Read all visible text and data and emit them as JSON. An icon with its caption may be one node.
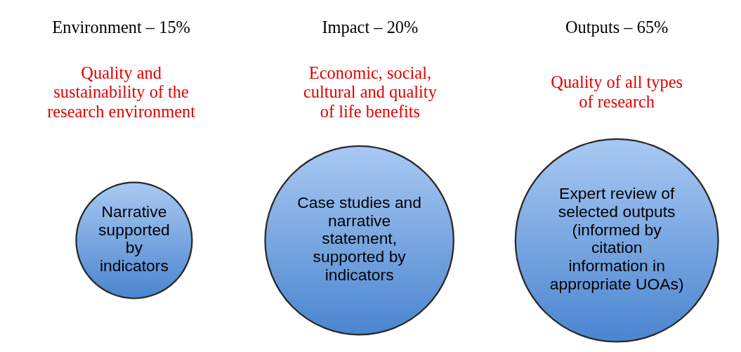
{
  "diagram": {
    "nodes": [
      {
        "text": [
          "Narrative supported by indicators"
        ]
      },
      {
        "text": [
          "Case studies and narrative statement, supported by indicators"
        ]
      },
      {
        "text": [
          "Expert review of selected outputs (informed by citation information in appropriate UOAs)"
        ]
      }
    ],
    "edges": [],
    "labels": [
      "Environment – 15%",
      "Quality and sustainability of the research environment",
      "Impact – 20%",
      "Economic, social, cultural and quality of life benefits",
      "Outputs – 65%",
      "Quality of all types of research"
    ]
  }
}
